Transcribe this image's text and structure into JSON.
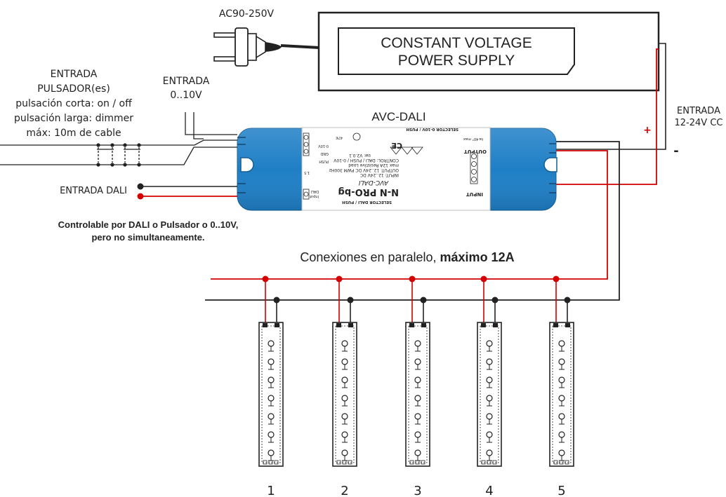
{
  "mains_label": "AC90-250V",
  "psu": {
    "line1": "CONSTANT VOLTAGE",
    "line2": "POWER SUPPLY"
  },
  "input_right": {
    "line1": "ENTRADA",
    "line2": "12-24V CC",
    "plus": "+",
    "minus": "-"
  },
  "push_input": {
    "line1": "ENTRADA",
    "line2": "PULSADOR(es)",
    "line3": "pulsación corta: on / off",
    "line4": "pulsación larga: dimmer",
    "line5": "máx: 10m de cable"
  },
  "input_010": {
    "line1": "ENTRADA",
    "line2": "0..10V"
  },
  "dali_input": "ENTRADA DALI",
  "note": {
    "line1": "Controlable por DALI o Pulsador o 0..10V,",
    "line2": "pero no simultaneamente."
  },
  "device_title": "AVC-DALI",
  "parallel": {
    "text": "Conexiones en paralelo, ",
    "bold": "máximo 12A"
  },
  "device_label": {
    "selector_top": "SELECTOR 0-10V / PUSH",
    "selector_bottom": "SELECTOR DALI / PUSH",
    "t010": "0-10V",
    "tgnd": "GND",
    "tpush": "PUSH",
    "t47k": "47K",
    "t1": "1.5",
    "info1": "INPUT: 12..24V DC",
    "info2": "OUTPUT: 12..24V DC PWM 300Hz",
    "info3": "max 12A Resistive Load",
    "info4": "CONTROL: DALI / PUSH / 0-10V",
    "info5": "sw: V2.0.1",
    "model": "AVC-DALI",
    "brand": "N-N PRO-bg",
    "output": "OUTPUT",
    "inputlbl": "INPUT",
    "ta": "ta:40° max",
    "ce": "CE",
    "dali": "DALI",
    "input_small": "Input"
  },
  "strip_numbers": [
    "1",
    "2",
    "3",
    "4",
    "5"
  ]
}
